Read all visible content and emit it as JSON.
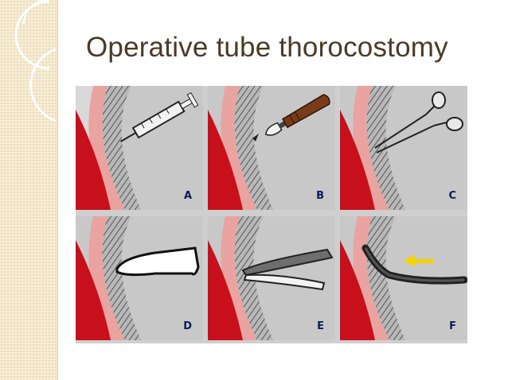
{
  "slide": {
    "title": "Operative tube thorocostomy"
  },
  "panels": [
    {
      "letter": "A",
      "tool": "syringe"
    },
    {
      "letter": "B",
      "tool": "scalpel"
    },
    {
      "letter": "C",
      "tool": "forceps"
    },
    {
      "letter": "D",
      "tool": "finger"
    },
    {
      "letter": "E",
      "tool": "clamp"
    },
    {
      "letter": "F",
      "tool": "chest-tube"
    }
  ],
  "colors": {
    "title": "#4a3a26",
    "lung": "#c8101c",
    "pleura": "#e9a3a0",
    "rib": "#9c9c9c",
    "background": "#c8c8c8",
    "letter": "#0c1a5a",
    "arrow": "#f2d400",
    "side_strip": "#f7ecd4"
  }
}
